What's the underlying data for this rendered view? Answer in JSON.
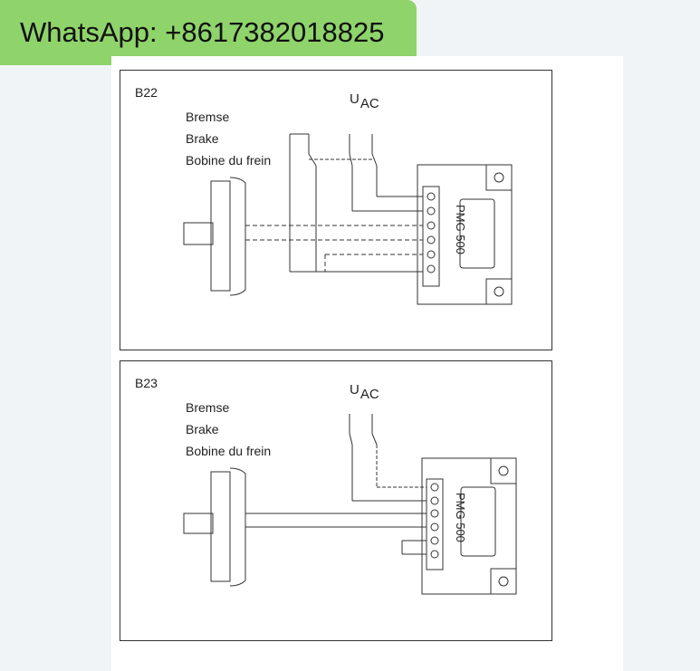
{
  "header": {
    "whatsapp_text": "WhatsApp: +8617382018825",
    "background_color": "#8fd46b"
  },
  "figures": [
    {
      "code": "B22",
      "legend": [
        "Bremse",
        "Brake",
        "Bobine du frein"
      ],
      "supply_main": "U",
      "supply_sub": "AC",
      "module": "PMG 500"
    },
    {
      "code": "B23",
      "legend": [
        "Bremse",
        "Brake",
        "Bobine du frein"
      ],
      "supply_main": "U",
      "supply_sub": "AC",
      "module": "PMG 500"
    }
  ]
}
